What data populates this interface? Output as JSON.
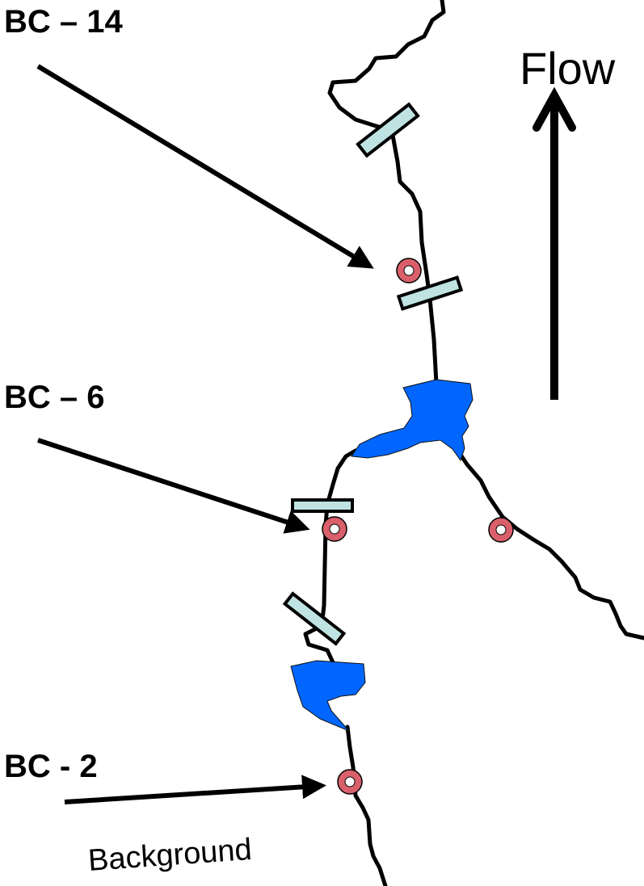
{
  "labels": {
    "bc14": "BC – 14",
    "bc6": "BC – 6",
    "bc2": "BC - 2",
    "flow": "Flow",
    "background": "Background"
  },
  "colors": {
    "pond": "#0066ff",
    "dam": "#bfe3e3",
    "site_outer": "#d9606b",
    "site_inner": "#ffffff",
    "river": "#000000"
  }
}
